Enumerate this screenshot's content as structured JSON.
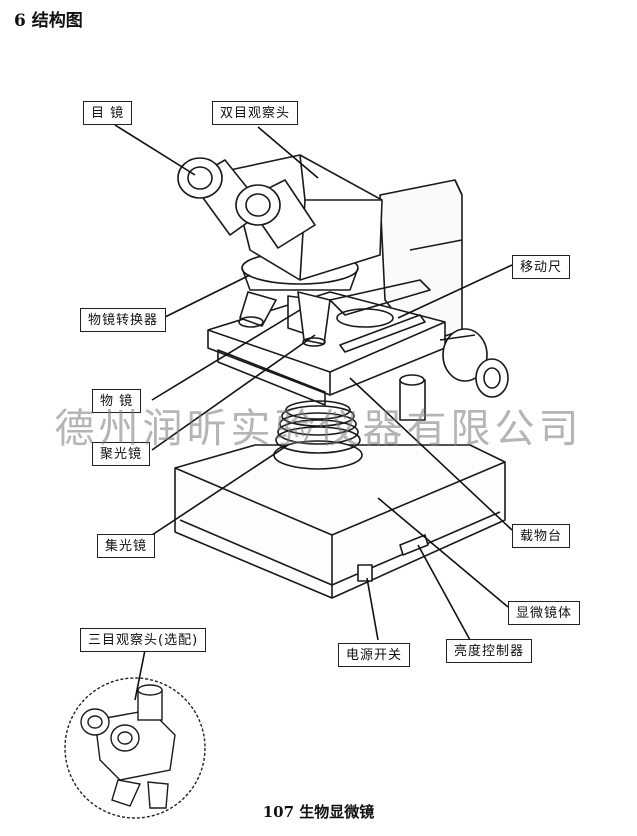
{
  "heading": "6  结构图",
  "labels": {
    "eyepiece": "目  镜",
    "binocular_head": "双目观察头",
    "mechanical_stage": "移动尺",
    "nosepiece": "物镜转换器",
    "objective": "物  镜",
    "condenser": "聚光镜",
    "collector_lens": "集光镜",
    "stage": "载物台",
    "body": "显微镜体",
    "brightness": "亮度控制器",
    "power_switch": "电源开关",
    "trinocular_head": "三目观察头(选配)"
  },
  "watermark": "德州润昕实验仪器有限公司",
  "caption": "107  生物显微镜"
}
